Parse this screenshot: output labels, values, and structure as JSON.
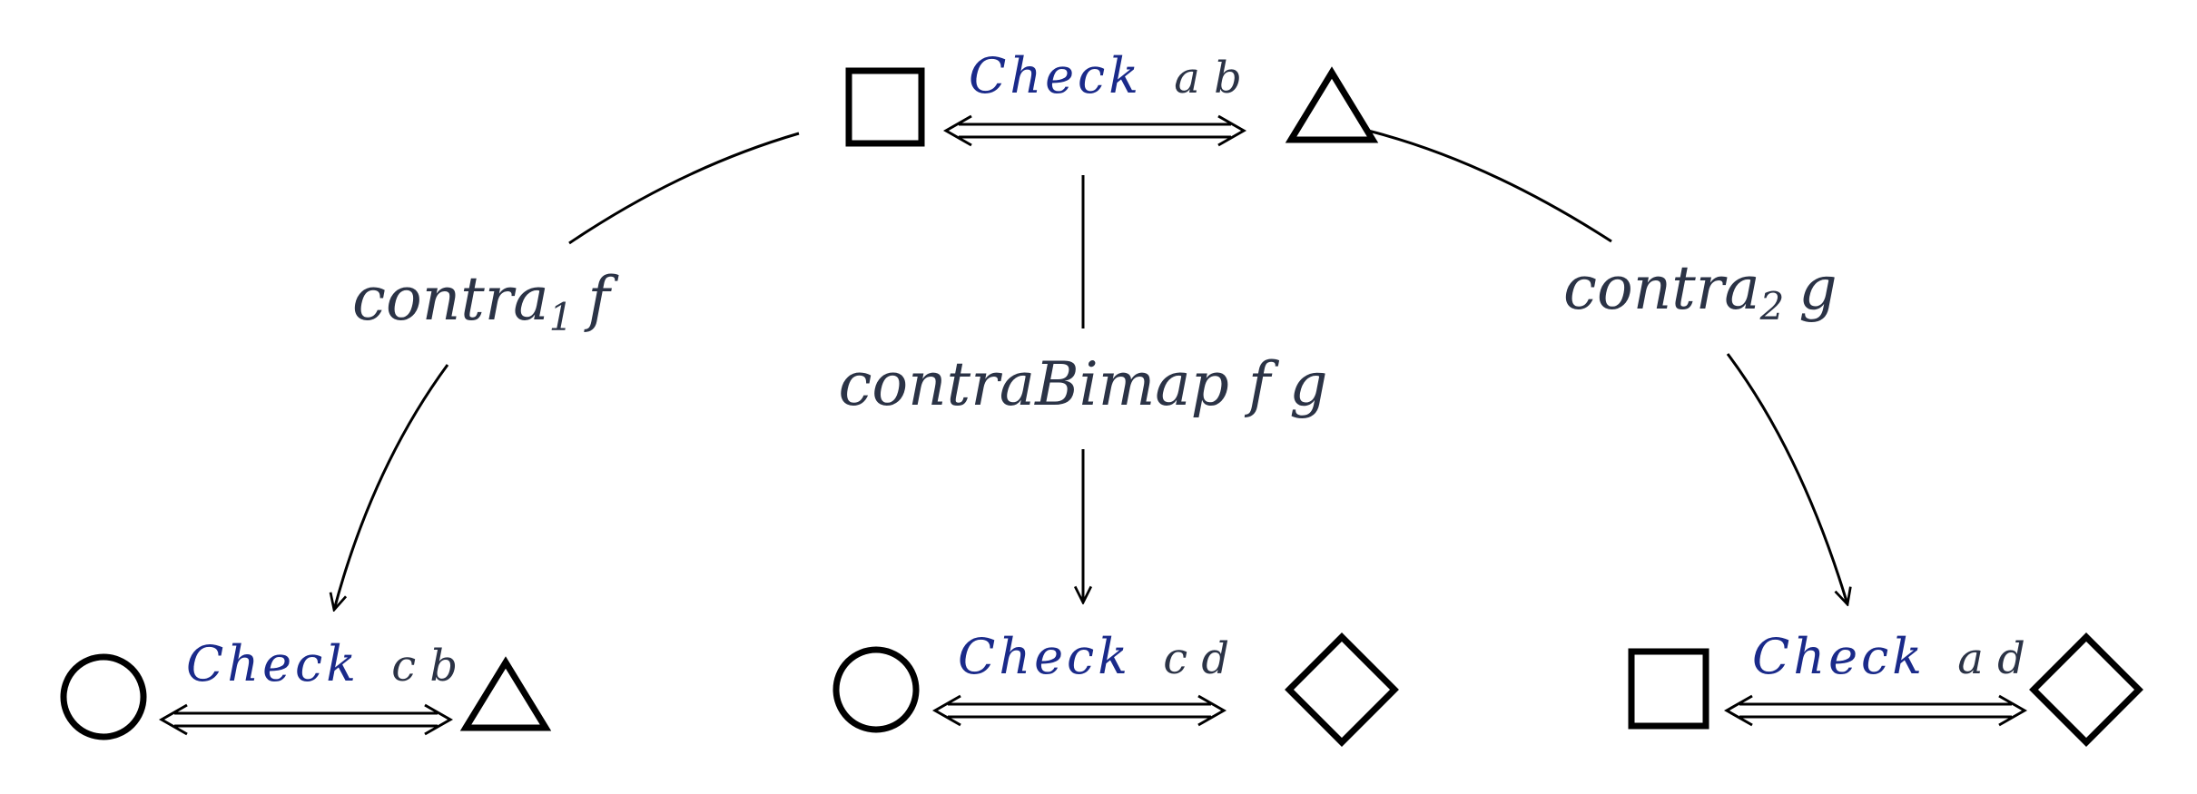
{
  "top": {
    "check_word": "Check",
    "check_vars": "a b",
    "left_shape": "square",
    "right_shape": "triangle"
  },
  "bottom_left": {
    "check_word": "Check",
    "check_vars": "c b",
    "left_shape": "circle",
    "right_shape": "triangle"
  },
  "bottom_center": {
    "check_word": "Check",
    "check_vars": "c d",
    "left_shape": "circle",
    "right_shape": "diamond"
  },
  "bottom_right": {
    "check_word": "Check",
    "check_vars": "a d",
    "left_shape": "square",
    "right_shape": "diamond"
  },
  "edges": {
    "left": {
      "name": "contra",
      "sub": "1",
      "arg": "f"
    },
    "center": {
      "text": "contraBimap f g"
    },
    "right": {
      "name": "contra",
      "sub": "2",
      "arg": "g"
    }
  },
  "colors": {
    "check_word": "#1a2a8a",
    "label_text": "#2b3346",
    "strokes": "#000000"
  }
}
